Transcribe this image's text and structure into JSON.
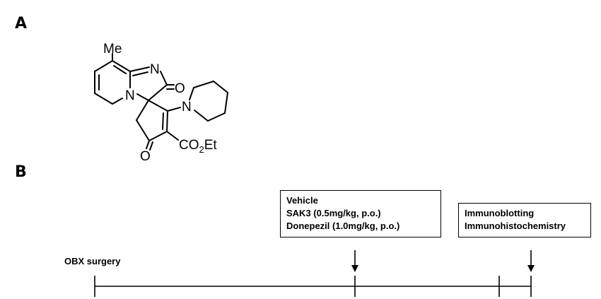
{
  "panels": {
    "a_label": "A",
    "b_label": "B"
  },
  "structure": {
    "methyl": "Me",
    "n_imine": "N",
    "o_lactam": "O",
    "n_bridge": "N",
    "n_piperidine": "N",
    "o_ketone": "O",
    "ester_co": "CO",
    "ester_sub": "2",
    "ester_et": "Et"
  },
  "treatment_box": {
    "line1": "Vehicle",
    "line2": "SAK3 (0.5mg/kg, p.o.)",
    "line3": "Donepezil (1.0mg/kg, p.o.)"
  },
  "analysis_box": {
    "line1": "Immunoblotting",
    "line2": "Immunohistochemistry"
  },
  "timeline": {
    "start_label": "OBX surgery"
  }
}
